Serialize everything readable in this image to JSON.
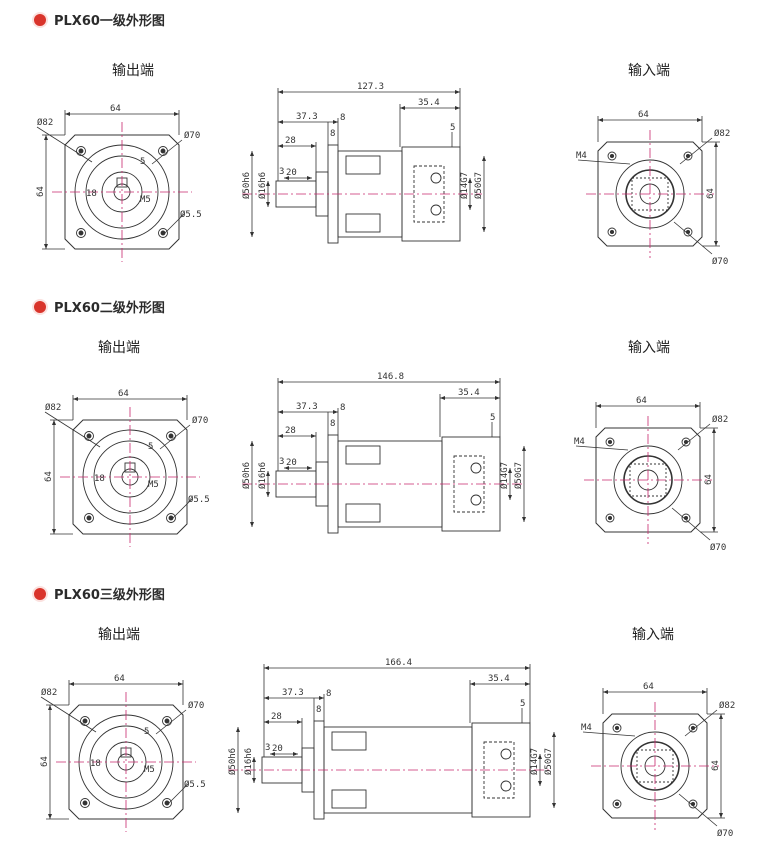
{
  "sections": [
    {
      "title": "PLX60一级外形图",
      "output_label": "输出端",
      "input_label": "输入端",
      "left_view": {
        "d82": "Ø82",
        "w64": "64",
        "h64": "64",
        "d70": "Ø70",
        "key5": "5",
        "d18": "18",
        "m5": "M5",
        "d55": "Ø5.5"
      },
      "side_view": {
        "total": "127.3",
        "d373": "37.3",
        "d8a": "8",
        "d8b": "8",
        "d28": "28",
        "d3": "3",
        "d20": "20",
        "d354": "35.4",
        "d5": "5",
        "d50h6": "Ø50h6",
        "d16h6": "Ø16h6",
        "d14g7": "Ø14G7",
        "d50g7": "Ø50G7"
      },
      "right_view": {
        "w64": "64",
        "h64": "64",
        "d82": "Ø82",
        "m4": "M4",
        "d70": "Ø70"
      }
    },
    {
      "title": "PLX60二级外形图",
      "output_label": "输出端",
      "input_label": "输入端",
      "left_view": {
        "d82": "Ø82",
        "w64": "64",
        "h64": "64",
        "d70": "Ø70",
        "key5": "5",
        "d18": "18",
        "m5": "M5",
        "d55": "Ø5.5"
      },
      "side_view": {
        "total": "146.8",
        "d373": "37.3",
        "d8a": "8",
        "d8b": "8",
        "d28": "28",
        "d3": "3",
        "d20": "20",
        "d354": "35.4",
        "d5": "5",
        "d50h6": "Ø50h6",
        "d16h6": "Ø16h6",
        "d14g7": "Ø14G7",
        "d50g7": "Ø50G7"
      },
      "right_view": {
        "w64": "64",
        "h64": "64",
        "d82": "Ø82",
        "m4": "M4",
        "d70": "Ø70"
      }
    },
    {
      "title": "PLX60三级外形图",
      "output_label": "输出端",
      "input_label": "输入端",
      "left_view": {
        "d82": "Ø82",
        "w64": "64",
        "h64": "64",
        "d70": "Ø70",
        "key5": "5",
        "d18": "18",
        "m5": "M5",
        "d55": "Ø5.5"
      },
      "side_view": {
        "total": "166.4",
        "d373": "37.3",
        "d8a": "8",
        "d8b": "8",
        "d28": "28",
        "d3": "3",
        "d20": "20",
        "d354": "35.4",
        "d5": "5",
        "d50h6": "Ø50h6",
        "d16h6": "Ø16h6",
        "d14g7": "Ø14G7",
        "d50g7": "Ø50G7"
      },
      "right_view": {
        "w64": "64",
        "h64": "64",
        "d82": "Ø82",
        "m4": "M4",
        "d70": "Ø70"
      }
    }
  ],
  "colors": {
    "accent": "#d9342b",
    "center_line": "#c8286e",
    "line": "#333333"
  }
}
